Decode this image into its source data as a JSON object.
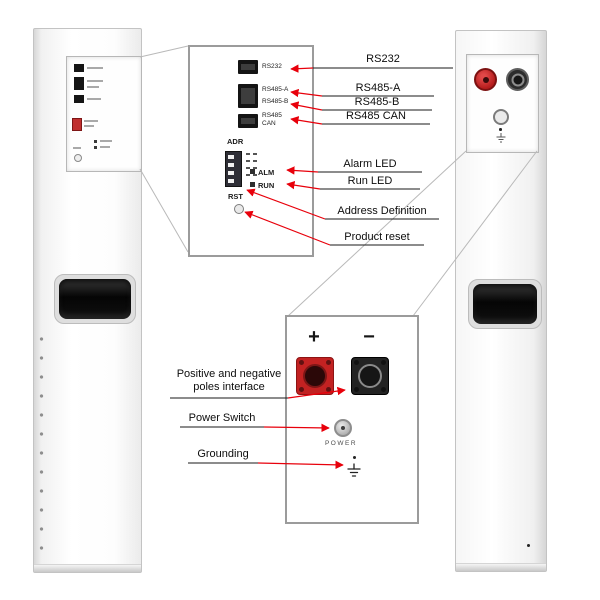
{
  "detail_top": {
    "ports": [
      {
        "label": "RS232"
      },
      {
        "label": "RS485-A"
      },
      {
        "label": "RS485-B"
      },
      {
        "label_line1": "RS485",
        "label_line2": "CAN"
      }
    ],
    "adr_label": "ADR",
    "alm_label": "ALM",
    "run_label": "RUN",
    "rst_label": "RST"
  },
  "callouts_top": [
    {
      "label": "RS232"
    },
    {
      "label": "RS485-A"
    },
    {
      "label": "RS485-B"
    },
    {
      "label": "RS485 CAN"
    },
    {
      "label": "Alarm LED"
    },
    {
      "label": "Run LED"
    },
    {
      "label": "Address Definition"
    },
    {
      "label": "Product reset"
    }
  ],
  "detail_bottom": {
    "positive_sign": "+",
    "negative_sign": "−",
    "power_label": "POWER"
  },
  "callouts_bottom": {
    "poles_line1": "Positive and negative",
    "poles_line2": "poles interface",
    "power_switch": "Power Switch",
    "grounding": "Grounding"
  },
  "colors": {
    "arrow_red": "#e8000b",
    "positive_red": "#c22222",
    "negative_black": "#232323",
    "line_gray": "#b9b9b9"
  }
}
